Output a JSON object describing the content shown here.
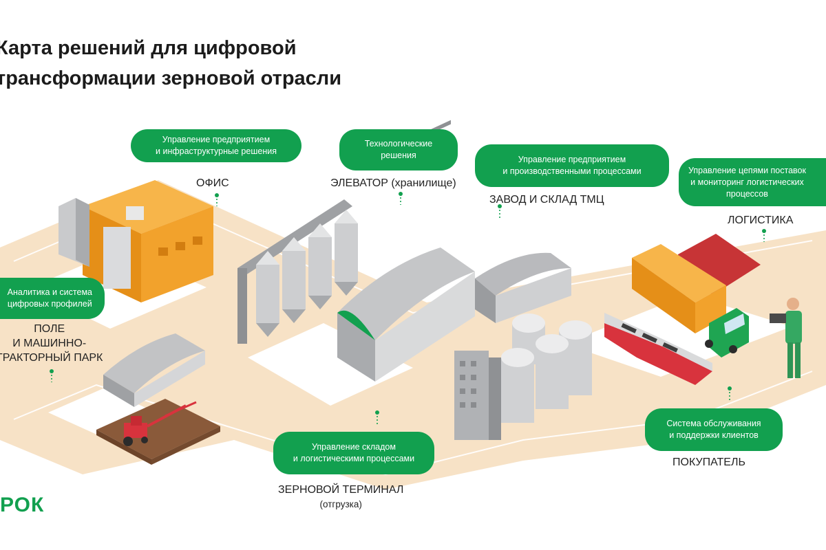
{
  "title": {
    "line1": "Карта решений для цифровой",
    "line2": "трансформации зерновой отрасли"
  },
  "nodes": {
    "office": {
      "pill": [
        "Управление предприятием",
        "и инфраструктурные решения"
      ],
      "label": "ОФИС"
    },
    "elevator": {
      "pill": [
        "Технологические",
        "решения"
      ],
      "label": "ЭЛЕВАТОР (хранилище)"
    },
    "plant": {
      "pill": [
        "Управление предприятием",
        "и производственными процессами"
      ],
      "label": "ЗАВОД И СКЛАД ТМЦ"
    },
    "logistics": {
      "pill": [
        "Управление цепями поставок",
        "и мониторинг логистических",
        "процессов"
      ],
      "label": "ЛОГИСТИКА"
    },
    "field": {
      "pill": [
        "Аналитика и система",
        "цифровых профилей"
      ],
      "label": [
        "ПОЛЕ",
        "И МАШИННО-",
        "ТРАКТОРНЫЙ ПАРК"
      ]
    },
    "terminal": {
      "pill": [
        "Управление складом",
        "и логистическими процессами"
      ],
      "label": "ЗЕРНОВОЙ ТЕРМИНАЛ",
      "sublabel": "(отгрузка)"
    },
    "buyer": {
      "pill": [
        "Система обслуживания",
        "и поддержки клиентов"
      ],
      "label": "ПОКУПАТЕЛЬ"
    }
  },
  "logo": "РОК",
  "colors": {
    "accent": "#12a04f",
    "path": "#f7e2c6",
    "orange": "#f2a22c",
    "grey": "#b9babd"
  }
}
